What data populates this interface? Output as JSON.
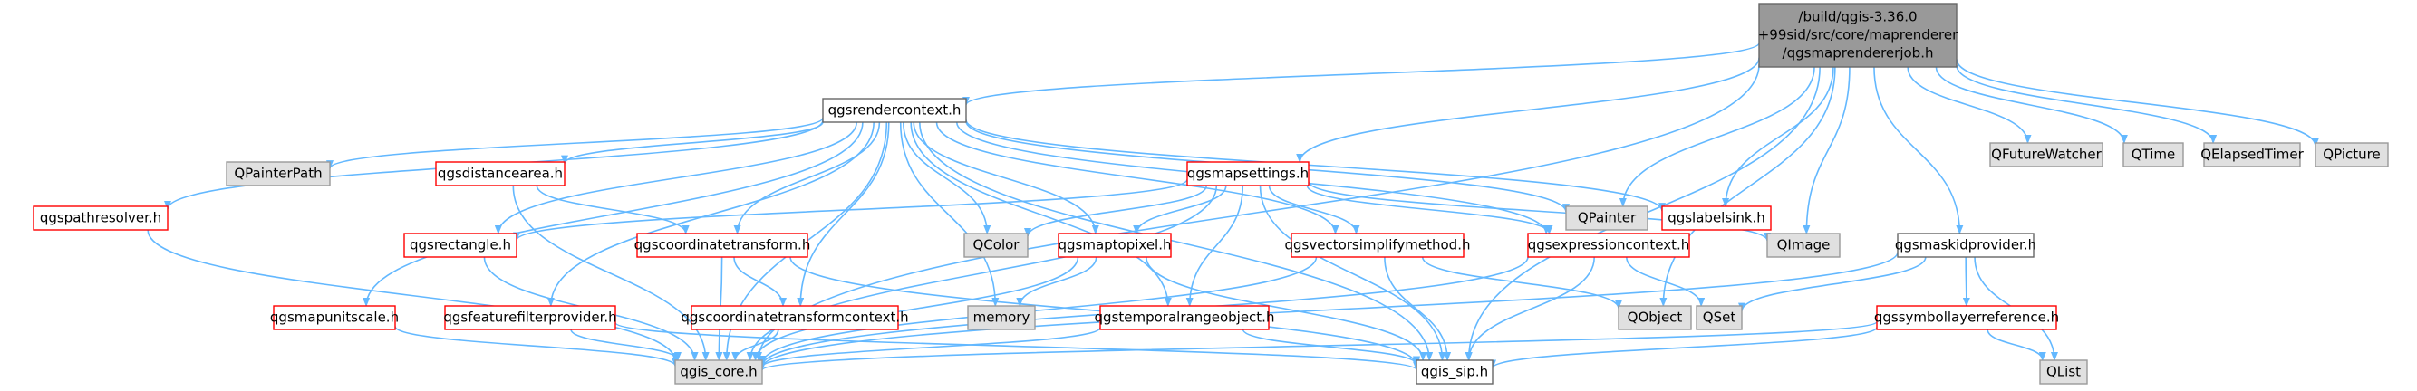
{
  "colors": {
    "edge": "#63b8ff",
    "root_fill": "#999999",
    "root_stroke": "#666666",
    "linked_stroke": "#ff0000",
    "linked_fill": "#ffffff",
    "external_fill": "#e0e0e0",
    "external_stroke": "#999999",
    "plain_stroke": "#666666",
    "text": "#000000"
  },
  "nodes": [
    {
      "id": "root",
      "kind": "root",
      "lines": [
        "/build/qgis-3.36.0",
        "+99sid/src/core/maprenderer",
        "/qgsmaprendererjob.h"
      ]
    },
    {
      "id": "rendercontext",
      "kind": "plain",
      "lines": [
        "qgsrendercontext.h"
      ]
    },
    {
      "id": "pathresolver",
      "kind": "linked",
      "lines": [
        "qgspathresolver.h"
      ]
    },
    {
      "id": "qpainterpath",
      "kind": "external",
      "lines": [
        "QPainterPath"
      ]
    },
    {
      "id": "distancearea",
      "kind": "linked",
      "lines": [
        "qgsdistancearea.h"
      ]
    },
    {
      "id": "mapsettings",
      "kind": "linked",
      "lines": [
        "qgsmapsettings.h"
      ]
    },
    {
      "id": "qpainter",
      "kind": "external",
      "lines": [
        "QPainter"
      ]
    },
    {
      "id": "labelsink",
      "kind": "linked",
      "lines": [
        "qgslabelsink.h"
      ]
    },
    {
      "id": "rectangle",
      "kind": "linked",
      "lines": [
        "qgsrectangle.h"
      ]
    },
    {
      "id": "coordtransform",
      "kind": "linked",
      "lines": [
        "qgscoordinatetransform.h"
      ]
    },
    {
      "id": "qcolor",
      "kind": "external",
      "lines": [
        "QColor"
      ]
    },
    {
      "id": "maptopixel",
      "kind": "linked",
      "lines": [
        "qgsmaptopixel.h"
      ]
    },
    {
      "id": "vectorsimplify",
      "kind": "linked",
      "lines": [
        "qgsvectorsimplifymethod.h"
      ]
    },
    {
      "id": "expressioncontext",
      "kind": "linked",
      "lines": [
        "qgsexpressioncontext.h"
      ]
    },
    {
      "id": "qimage",
      "kind": "external",
      "lines": [
        "QImage"
      ]
    },
    {
      "id": "maskidprovider",
      "kind": "plain",
      "lines": [
        "qgsmaskidprovider.h"
      ]
    },
    {
      "id": "qfuturewatcher",
      "kind": "external",
      "lines": [
        "QFutureWatcher"
      ]
    },
    {
      "id": "qtime",
      "kind": "external",
      "lines": [
        "QTime"
      ]
    },
    {
      "id": "qelapsedtimer",
      "kind": "external",
      "lines": [
        "QElapsedTimer"
      ]
    },
    {
      "id": "qpicture",
      "kind": "external",
      "lines": [
        "QPicture"
      ]
    },
    {
      "id": "mapunitscale",
      "kind": "linked",
      "lines": [
        "qgsmapunitscale.h"
      ]
    },
    {
      "id": "featurefilter",
      "kind": "linked",
      "lines": [
        "qgsfeaturefilterprovider.h"
      ]
    },
    {
      "id": "coordtransformcontext",
      "kind": "linked",
      "lines": [
        "qgscoordinatetransformcontext.h"
      ]
    },
    {
      "id": "memory",
      "kind": "external",
      "lines": [
        "memory"
      ]
    },
    {
      "id": "temporalrange",
      "kind": "linked",
      "lines": [
        "qgstemporalrangeobject.h"
      ]
    },
    {
      "id": "qobject",
      "kind": "external",
      "lines": [
        "QObject"
      ]
    },
    {
      "id": "qset",
      "kind": "external",
      "lines": [
        "QSet"
      ]
    },
    {
      "id": "symbollayerref",
      "kind": "linked",
      "lines": [
        "qgssymbollayerreference.h"
      ]
    },
    {
      "id": "qlist",
      "kind": "external",
      "lines": [
        "QList"
      ]
    },
    {
      "id": "qgiscore",
      "kind": "external",
      "lines": [
        "qgis_core.h"
      ]
    },
    {
      "id": "qgissip",
      "kind": "plain",
      "lines": [
        "qgis_sip.h"
      ]
    }
  ],
  "edges": [
    [
      "root",
      "rendercontext"
    ],
    [
      "root",
      "mapsettings"
    ],
    [
      "root",
      "qpainter"
    ],
    [
      "root",
      "labelsink"
    ],
    [
      "root",
      "qimage"
    ],
    [
      "root",
      "maskidprovider"
    ],
    [
      "root",
      "qfuturewatcher"
    ],
    [
      "root",
      "qtime"
    ],
    [
      "root",
      "qelapsedtimer"
    ],
    [
      "root",
      "qpicture"
    ],
    [
      "root",
      "qgiscore"
    ],
    [
      "root",
      "qgissip"
    ],
    [
      "root",
      "qobject"
    ],
    [
      "rendercontext",
      "pathresolver"
    ],
    [
      "rendercontext",
      "qpainterpath"
    ],
    [
      "rendercontext",
      "distancearea"
    ],
    [
      "rendercontext",
      "qpainter"
    ],
    [
      "rendercontext",
      "labelsink"
    ],
    [
      "rendercontext",
      "rectangle"
    ],
    [
      "rendercontext",
      "coordtransform"
    ],
    [
      "rendercontext",
      "qcolor"
    ],
    [
      "rendercontext",
      "maptopixel"
    ],
    [
      "rendercontext",
      "vectorsimplify"
    ],
    [
      "rendercontext",
      "expressioncontext"
    ],
    [
      "rendercontext",
      "mapunitscale"
    ],
    [
      "rendercontext",
      "featurefilter"
    ],
    [
      "rendercontext",
      "coordtransformcontext"
    ],
    [
      "rendercontext",
      "memory"
    ],
    [
      "rendercontext",
      "temporalrange"
    ],
    [
      "rendercontext",
      "qgiscore"
    ],
    [
      "rendercontext",
      "qgissip"
    ],
    [
      "pathresolver",
      "qgiscore"
    ],
    [
      "distancearea",
      "coordtransform"
    ],
    [
      "distancearea",
      "qgiscore"
    ],
    [
      "mapsettings",
      "rectangle"
    ],
    [
      "mapsettings",
      "qcolor"
    ],
    [
      "mapsettings",
      "maptopixel"
    ],
    [
      "mapsettings",
      "vectorsimplify"
    ],
    [
      "mapsettings",
      "expressioncontext"
    ],
    [
      "mapsettings",
      "qimage"
    ],
    [
      "mapsettings",
      "temporalrange"
    ],
    [
      "mapsettings",
      "qgiscore"
    ],
    [
      "mapsettings",
      "qgissip"
    ],
    [
      "rectangle",
      "qgiscore"
    ],
    [
      "coordtransform",
      "coordtransformcontext"
    ],
    [
      "coordtransform",
      "qgiscore"
    ],
    [
      "coordtransform",
      "qgissip"
    ],
    [
      "maptopixel",
      "memory"
    ],
    [
      "maptopixel",
      "qgiscore"
    ],
    [
      "maptopixel",
      "qgissip"
    ],
    [
      "vectorsimplify",
      "qobject"
    ],
    [
      "vectorsimplify",
      "qgiscore"
    ],
    [
      "vectorsimplify",
      "qgissip"
    ],
    [
      "expressioncontext",
      "qset"
    ],
    [
      "expressioncontext",
      "qgiscore"
    ],
    [
      "expressioncontext",
      "qgissip"
    ],
    [
      "maskidprovider",
      "qset"
    ],
    [
      "maskidprovider",
      "symbollayerref"
    ],
    [
      "maskidprovider",
      "qlist"
    ],
    [
      "maskidprovider",
      "qgiscore"
    ],
    [
      "mapunitscale",
      "qgiscore"
    ],
    [
      "featurefilter",
      "qgiscore"
    ],
    [
      "featurefilter",
      "qgissip"
    ],
    [
      "coordtransformcontext",
      "qgiscore"
    ],
    [
      "temporalrange",
      "qgiscore"
    ],
    [
      "temporalrange",
      "qgissip"
    ],
    [
      "symbollayerref",
      "qlist"
    ],
    [
      "symbollayerref",
      "qgiscore"
    ],
    [
      "symbollayerref",
      "qgissip"
    ]
  ]
}
